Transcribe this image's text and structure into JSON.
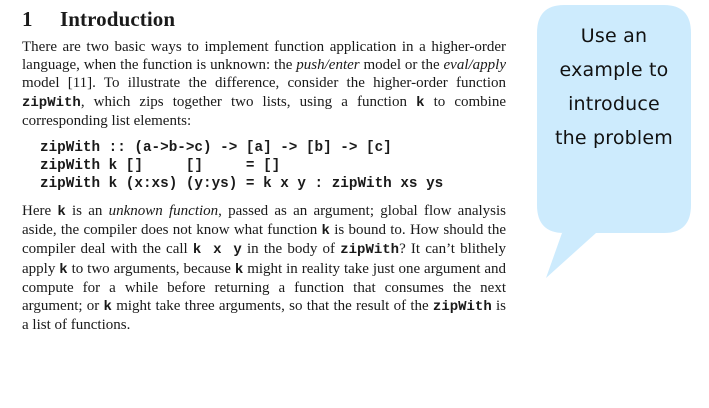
{
  "section": {
    "number": "1",
    "title": "Introduction"
  },
  "paragraph1": {
    "t1": "There are two basic ways to implement function application in a higher-order language, when the function is unknown:  the ",
    "em1": "push/enter",
    "t2": " model or the ",
    "em2": "eval/apply",
    "t3": " model [11].  To illustrate the difference, consider the higher-order function ",
    "code1": "zipWith",
    "t4": ", which zips together two lists, using a function ",
    "code2": "k",
    "t5": " to combine corresponding list elements:"
  },
  "code_block": {
    "lines": [
      "zipWith :: (a->b->c) -> [a] -> [b] -> [c]",
      "zipWith k []     []     = []",
      "zipWith k (x:xs) (y:ys) = k x y : zipWith xs ys"
    ]
  },
  "paragraph2": {
    "t1": "Here ",
    "code1": "k",
    "t2": " is an ",
    "em1": "unknown function",
    "t3": ", passed as an argument; global flow analysis aside, the compiler does not know what function ",
    "code2": "k",
    "t4": " is bound to.  How should the compiler deal with the call ",
    "code3": "k x y",
    "t5": " in the body of ",
    "code4": "zipWith",
    "t6": "?  It can’t blithely apply ",
    "code5": "k",
    "t7": " to two arguments, because ",
    "code6": "k",
    "t8": " might in reality take just one argument and compute for a while before returning a function that consumes the next argument; or ",
    "code7": "k",
    "t9": " might take three arguments, so that the result of the ",
    "code8": "zipWith",
    "t10": " is a list of functions."
  },
  "callout": {
    "lines": [
      "Use an",
      "example to",
      "introduce",
      "the problem"
    ],
    "fill_color": "#cdebfd",
    "icon": "speech-bubble"
  }
}
